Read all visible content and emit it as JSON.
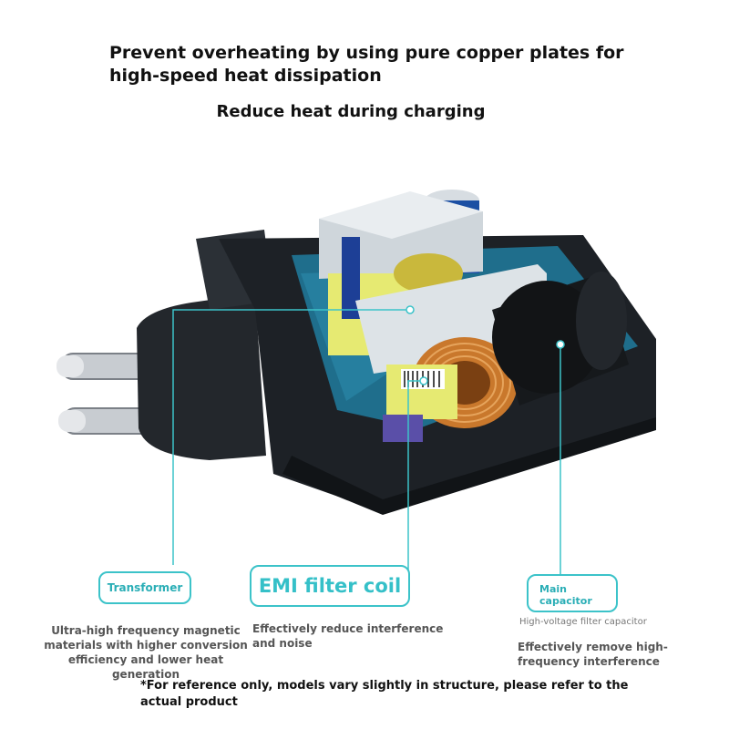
{
  "header": {
    "headline": "Prevent overheating by using pure copper plates for high-speed heat dissipation",
    "subhead": "Reduce heat during charging"
  },
  "labels": {
    "transformer": {
      "title": "Transformer",
      "description": "Ultra-high frequency magnetic materials with higher conversion efficiency and lower heat generation"
    },
    "emi": {
      "title": "EMI filter coil",
      "description": "Effectively reduce interference and noise"
    },
    "capacitor": {
      "title": "Main capacitor",
      "note": "High-voltage filter capacitor",
      "description": "Effectively remove high-frequency interference"
    }
  },
  "footnote": "*For reference only, models vary slightly in structure, please refer to the actual product",
  "colors": {
    "accent": "#3cc3c9",
    "case": "#1d2126",
    "copper": "#c9782c",
    "pcb": "#1f6e8c",
    "yellow": "#e6ea72"
  }
}
